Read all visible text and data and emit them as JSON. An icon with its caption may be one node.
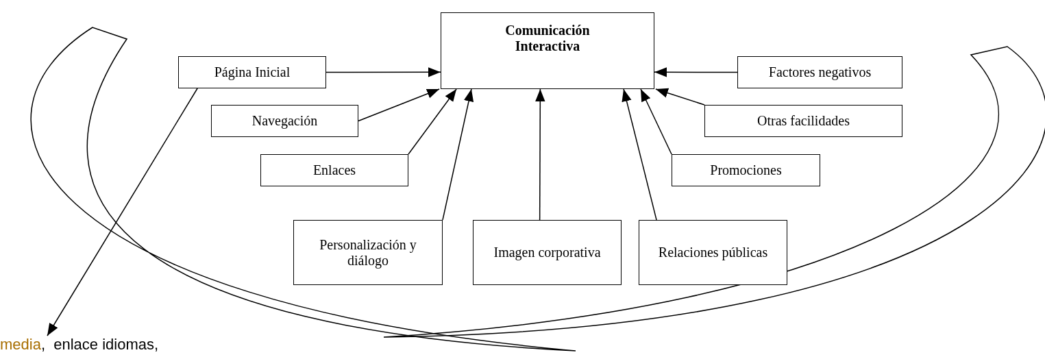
{
  "diagram": {
    "nodes": [
      {
        "text": [
          "Comunicación Interactiva"
        ]
      },
      {
        "text": [
          "Página Inicial"
        ]
      },
      {
        "text": [
          "Navegación"
        ]
      },
      {
        "text": [
          "Enlaces"
        ]
      },
      {
        "text": [
          "Personalización y diálogo"
        ]
      },
      {
        "text": [
          "Imagen corporativa"
        ]
      },
      {
        "text": [
          "Relaciones públicas"
        ]
      },
      {
        "text": [
          "Factores negativos"
        ]
      },
      {
        "text": [
          "Otras facilidades"
        ]
      },
      {
        "text": [
          "Promociones"
        ]
      },
      {
        "text": [
          "media",
          ",  enlace idiomas,"
        ]
      }
    ],
    "edges": [
      {
        "from": 1,
        "to": 0,
        "arrow": "to"
      },
      {
        "from": 2,
        "to": 0,
        "arrow": "to"
      },
      {
        "from": 3,
        "to": 0,
        "arrow": "to"
      },
      {
        "from": 4,
        "to": 0,
        "arrow": "to"
      },
      {
        "from": 5,
        "to": 0,
        "arrow": "to"
      },
      {
        "from": 6,
        "to": 0,
        "arrow": "to"
      },
      {
        "from": 9,
        "to": 0,
        "arrow": "to"
      },
      {
        "from": 8,
        "to": 0,
        "arrow": "to"
      },
      {
        "from": 7,
        "to": 0,
        "arrow": "to"
      },
      {
        "from": 1,
        "to": 10,
        "arrow": "to"
      }
    ]
  }
}
